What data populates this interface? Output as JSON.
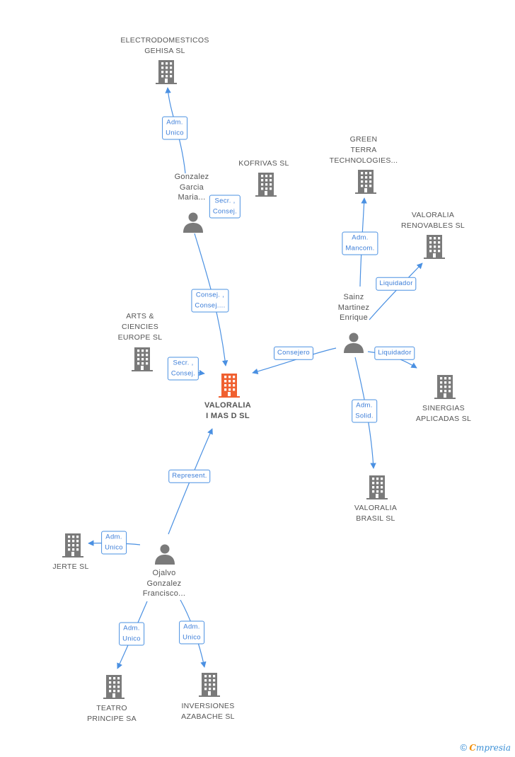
{
  "colors": {
    "edge": "#4a90e2",
    "building": "#7a7a7a",
    "center": "#f06030",
    "person": "#7a7a7a"
  },
  "center": {
    "lines": [
      "VALORALIA",
      "I MAS D SL"
    ]
  },
  "companies": [
    {
      "id": "electrodomesticos",
      "lines": [
        "ELECTRODOMESTICOS",
        "GEHISA SL"
      ]
    },
    {
      "id": "kofrivas",
      "lines": [
        "KOFRIVAS SL"
      ]
    },
    {
      "id": "green-terra",
      "lines": [
        "GREEN",
        "TERRA",
        "TECHNOLOGIES..."
      ]
    },
    {
      "id": "valoralia-renovables",
      "lines": [
        "VALORALIA",
        "RENOVABLES SL"
      ]
    },
    {
      "id": "arts-ciencies",
      "lines": [
        "ARTS &",
        "CIENCIES",
        "EUROPE SL"
      ]
    },
    {
      "id": "sinergias",
      "lines": [
        "SINERGIAS",
        "APLICADAS SL"
      ]
    },
    {
      "id": "valoralia-brasil",
      "lines": [
        "VALORALIA",
        "BRASIL SL"
      ]
    },
    {
      "id": "jerte",
      "lines": [
        "JERTE SL"
      ]
    },
    {
      "id": "teatro-principe",
      "lines": [
        "TEATRO",
        "PRINCIPE SA"
      ]
    },
    {
      "id": "inversiones-azabache",
      "lines": [
        "INVERSIONES",
        "AZABACHE SL"
      ]
    }
  ],
  "persons": [
    {
      "id": "gonzalez-garcia",
      "lines": [
        "Gonzalez",
        "Garcia",
        "Maria..."
      ]
    },
    {
      "id": "sainz-martinez",
      "lines": [
        "Sainz",
        "Martinez",
        "Enrique"
      ]
    },
    {
      "id": "ojalvo-gonzalez",
      "lines": [
        "Ojalvo",
        "Gonzalez",
        "Francisco..."
      ]
    }
  ],
  "edges": [
    {
      "id": "gg-electro",
      "lines": [
        "Adm.",
        "Unico"
      ]
    },
    {
      "id": "gg-kofrivas",
      "lines": [
        "Secr. ,",
        "Consej."
      ]
    },
    {
      "id": "gg-center",
      "lines": [
        "Consej. ,",
        "Consej...."
      ]
    },
    {
      "id": "arts-center",
      "lines": [
        "Secr. ,",
        "Consej."
      ]
    },
    {
      "id": "sm-green",
      "lines": [
        "Adm.",
        "Mancom."
      ]
    },
    {
      "id": "sm-renovables",
      "lines": [
        "Liquidador"
      ]
    },
    {
      "id": "sm-center",
      "lines": [
        "Consejero"
      ]
    },
    {
      "id": "sm-sinergias",
      "lines": [
        "Liquidador"
      ]
    },
    {
      "id": "sm-brasil",
      "lines": [
        "Adm.",
        "Solid."
      ]
    },
    {
      "id": "og-center",
      "lines": [
        "Represent."
      ]
    },
    {
      "id": "og-jerte",
      "lines": [
        "Adm.",
        "Unico"
      ]
    },
    {
      "id": "og-teatro",
      "lines": [
        "Adm.",
        "Unico"
      ]
    },
    {
      "id": "og-inversiones",
      "lines": [
        "Adm.",
        "Unico"
      ]
    }
  ],
  "footer": {
    "copyright": "©",
    "brand_initial": "C",
    "brand_rest": "mpresia"
  }
}
